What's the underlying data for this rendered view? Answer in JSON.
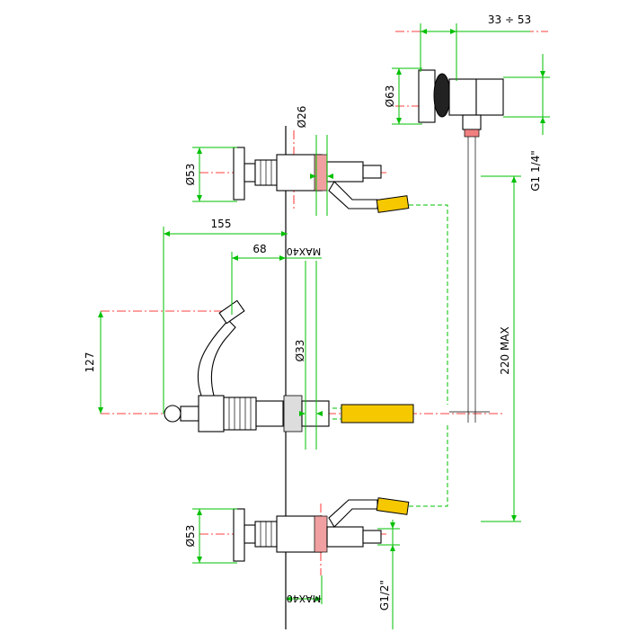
{
  "drawing": {
    "dimensions": {
      "flush_depth": "33 ÷ 53",
      "flush_diameter": "Ø63",
      "flush_thread": "G1 1/4\"",
      "upper_tap_stem_diameter": "Ø26",
      "upper_handle_diameter": "Ø53",
      "spout_reach": "155",
      "spout_offset": "68",
      "spout_height": "127",
      "spout_body_diameter": "Ø33",
      "max_length": "220 MAX",
      "lower_handle_diameter": "Ø53",
      "supply_thread": "G1/2\"",
      "wall_max_top": "MAX40",
      "wall_max_bottom": "MAX40"
    },
    "colors": {
      "dimension_lines": "#00c000",
      "center_lines": "#ff0000",
      "hoses": "#f5c800",
      "outlines": "#000000"
    }
  }
}
